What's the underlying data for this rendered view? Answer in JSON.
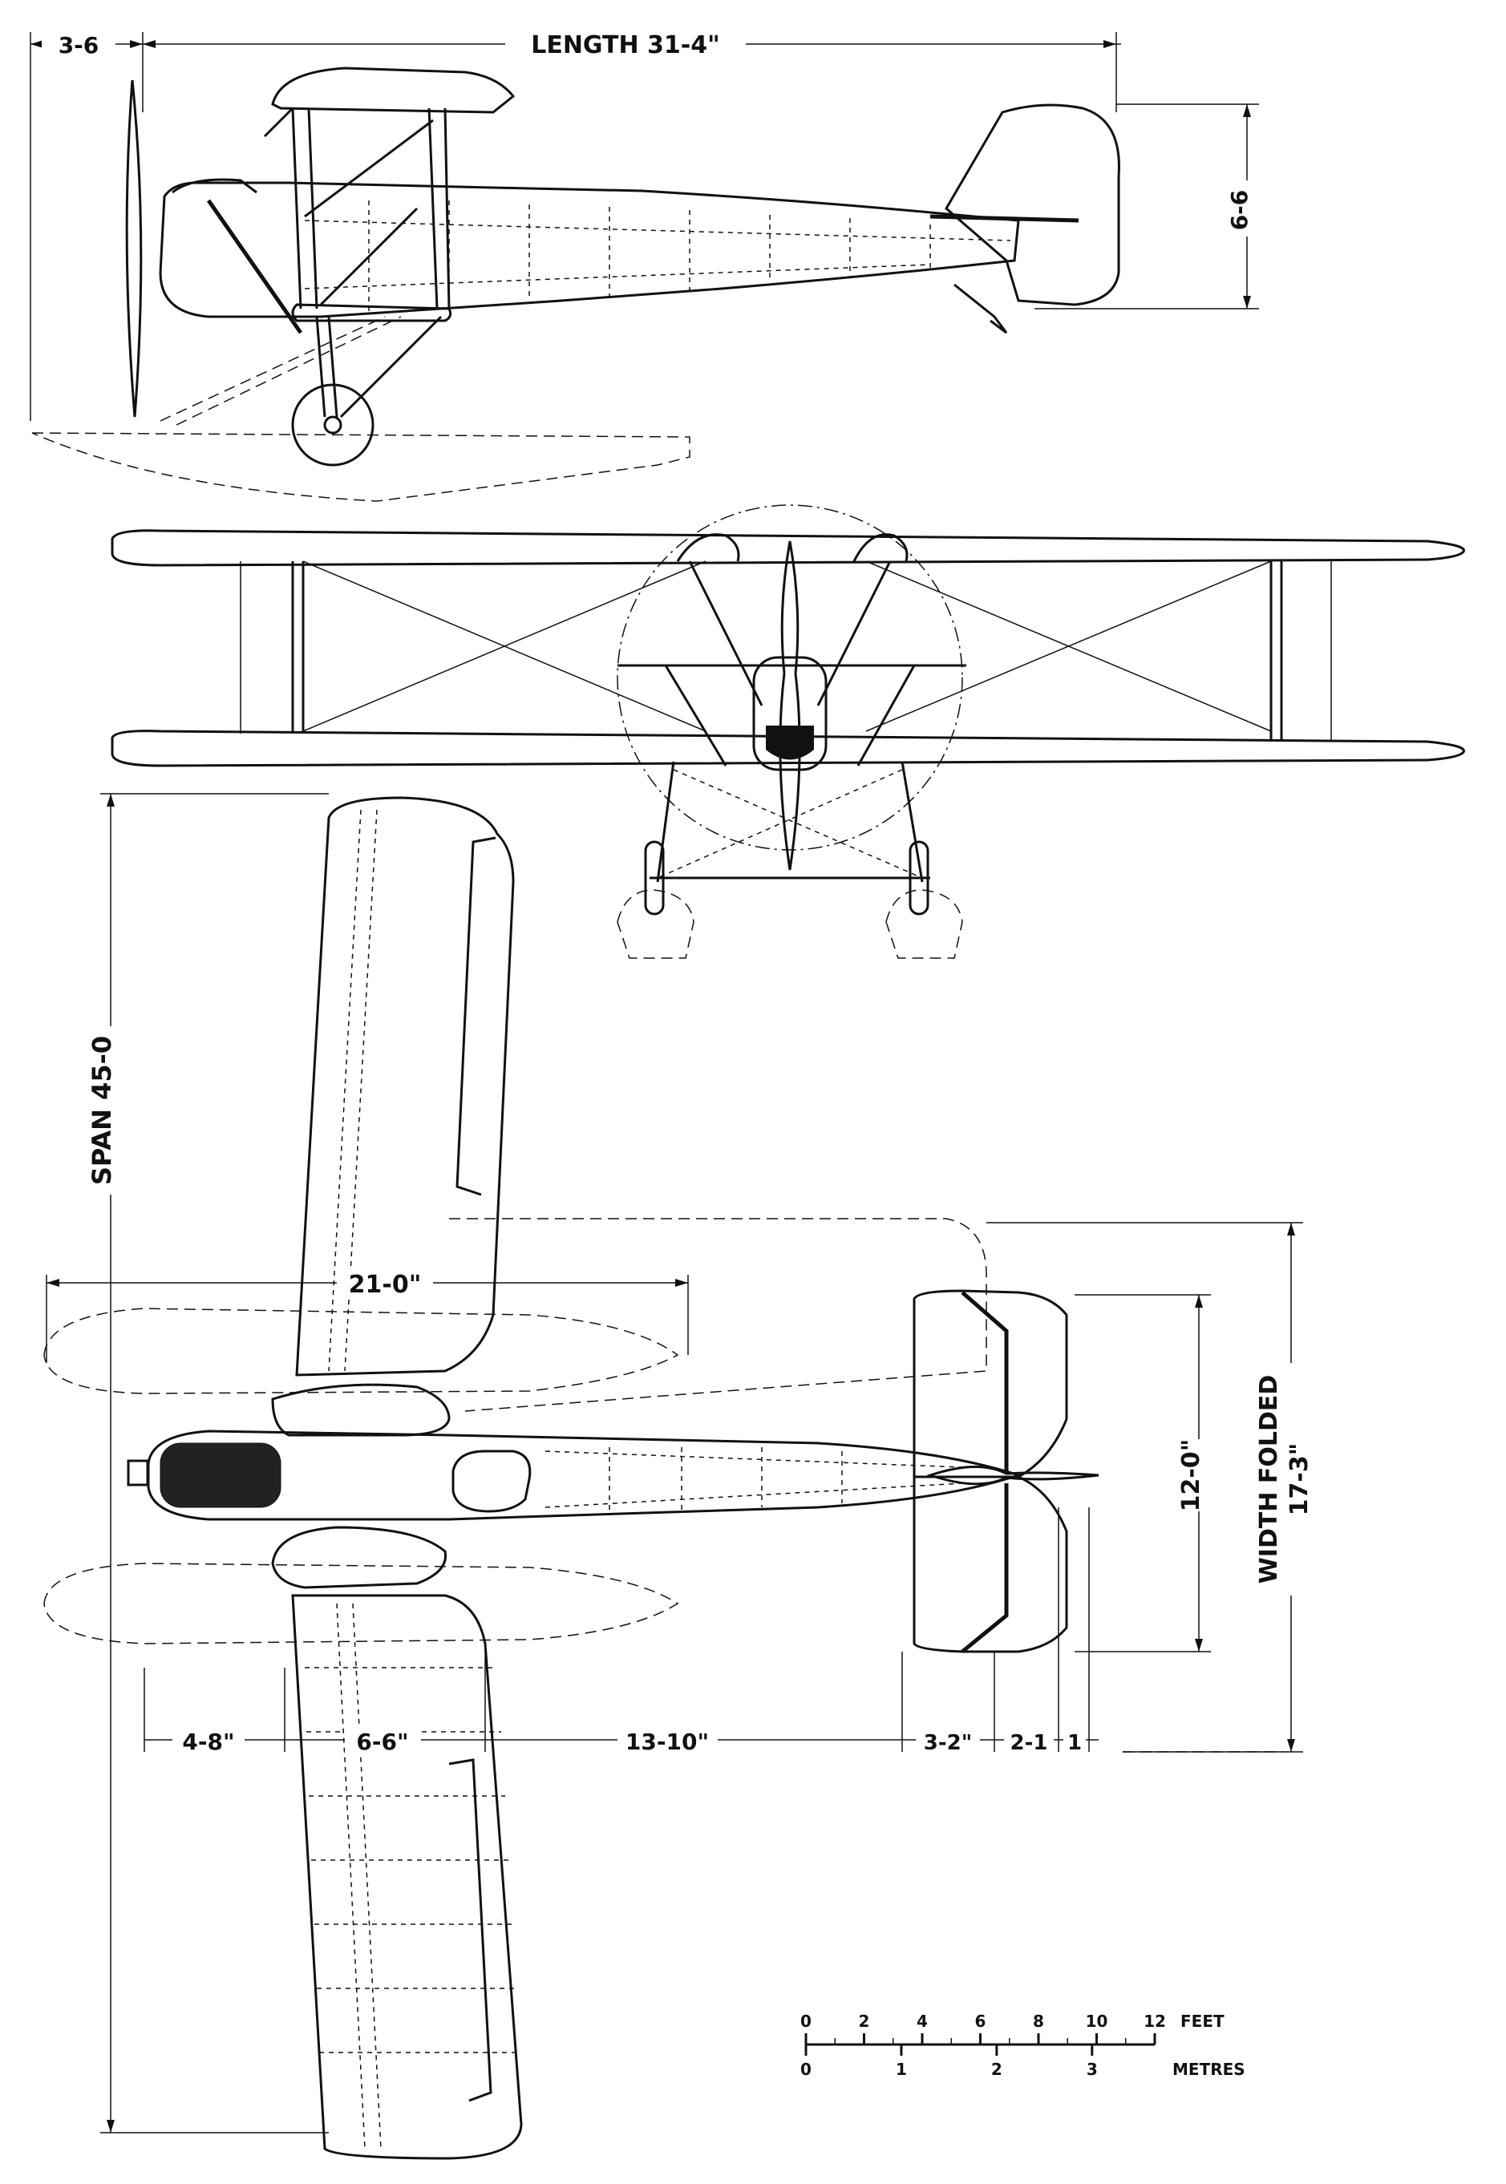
{
  "dimensions": {
    "propeller_overhang": "3-6",
    "length": "LENGTH  31-4\"",
    "height": "6-6",
    "span": "SPAN 45-0",
    "float_length": "21-0\"",
    "tail_span": "12-0\"",
    "width_folded_label": "WIDTH FOLDED",
    "width_folded_value": "17-3\"",
    "station_1": "4-8\"",
    "station_2": "6-6\"",
    "station_3": "13-10\"",
    "station_4": "3-2\"",
    "station_5": "2-1",
    "station_6": "1"
  },
  "scale_bar": {
    "feet_ticks": [
      "0",
      "2",
      "4",
      "6",
      "8",
      "10",
      "12"
    ],
    "feet_unit": "FEET",
    "metre_ticks": [
      "0",
      "1",
      "2",
      "3"
    ],
    "metre_unit": "METRES"
  }
}
